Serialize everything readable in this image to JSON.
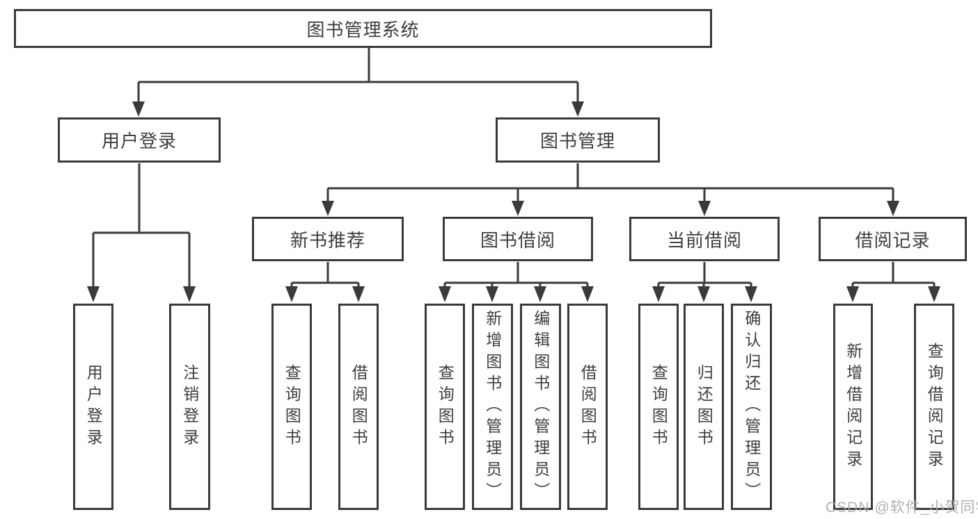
{
  "colors": {
    "background": "#ffffff",
    "line": "#3a3a3a",
    "box_border": "#3a3a3a",
    "box_fill": "#ffffff",
    "text": "#3d3d3d",
    "watermark": "#a9a9a9"
  },
  "tree": {
    "label": "图书管理系统",
    "children": [
      {
        "label": "用户登录",
        "children": [
          {
            "label": "用户登录"
          },
          {
            "label": "注销登录"
          }
        ]
      },
      {
        "label": "图书管理",
        "children": [
          {
            "label": "新书推荐",
            "children": [
              {
                "label": "查询图书"
              },
              {
                "label": "借阅图书"
              }
            ]
          },
          {
            "label": "图书借阅",
            "children": [
              {
                "label": "查询图书"
              },
              {
                "label": "新增图书（管理员）"
              },
              {
                "label": "编辑图书（管理员）"
              },
              {
                "label": "借阅图书"
              }
            ]
          },
          {
            "label": "当前借阅",
            "children": [
              {
                "label": "查询图书"
              },
              {
                "label": "归还图书"
              },
              {
                "label": "确认归还（管理员）"
              }
            ]
          },
          {
            "label": "借阅记录",
            "children": [
              {
                "label": "新增借阅记录"
              },
              {
                "label": "查询借阅记录"
              }
            ]
          }
        ]
      }
    ]
  },
  "watermark": {
    "text": "CSDN @软件_小贺同学"
  }
}
